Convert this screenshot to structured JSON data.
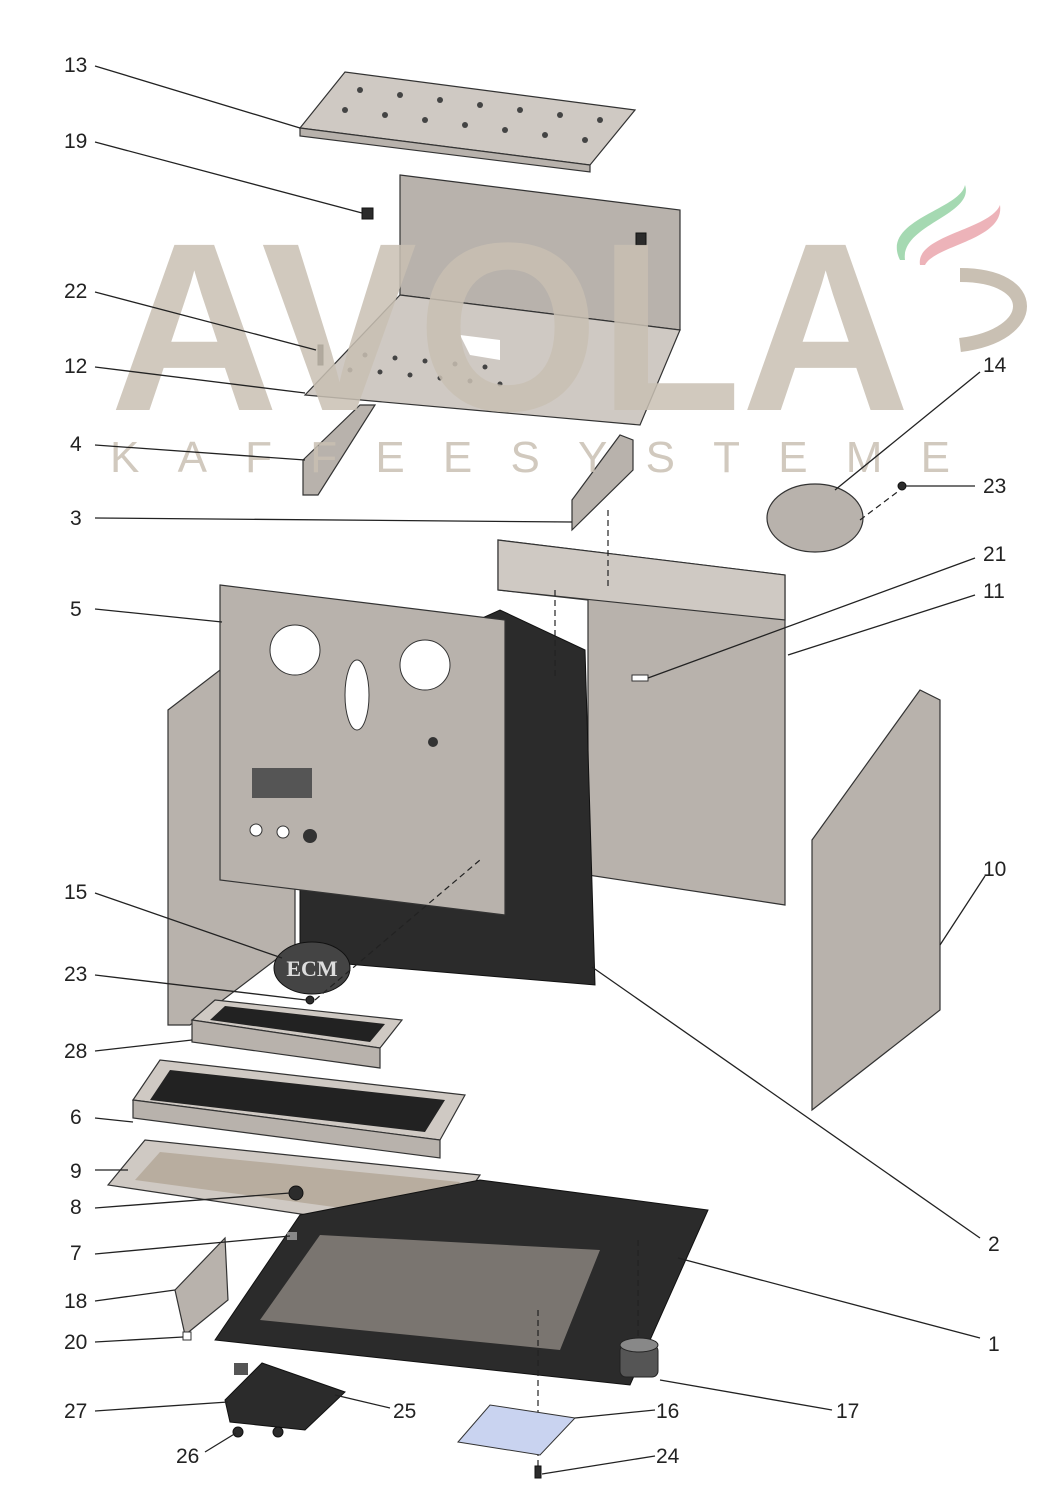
{
  "watermark": {
    "brand": "AVOLA",
    "subtitle": "KAFFEESYSTEME",
    "colors": {
      "logo": "#c9c0b3",
      "green": "#8fcf9f",
      "red": "#e8a0a8"
    }
  },
  "badge": {
    "text": "ECM"
  },
  "callouts": [
    {
      "id": "13"
    },
    {
      "id": "19"
    },
    {
      "id": "22"
    },
    {
      "id": "12"
    },
    {
      "id": "4"
    },
    {
      "id": "3"
    },
    {
      "id": "5"
    },
    {
      "id": "14"
    },
    {
      "id": "23"
    },
    {
      "id": "21"
    },
    {
      "id": "11"
    },
    {
      "id": "10"
    },
    {
      "id": "15"
    },
    {
      "id": "23"
    },
    {
      "id": "28"
    },
    {
      "id": "6"
    },
    {
      "id": "9"
    },
    {
      "id": "8"
    },
    {
      "id": "7"
    },
    {
      "id": "18"
    },
    {
      "id": "20"
    },
    {
      "id": "27"
    },
    {
      "id": "26"
    },
    {
      "id": "25"
    },
    {
      "id": "16"
    },
    {
      "id": "17"
    },
    {
      "id": "24"
    },
    {
      "id": "2"
    },
    {
      "id": "1"
    }
  ]
}
